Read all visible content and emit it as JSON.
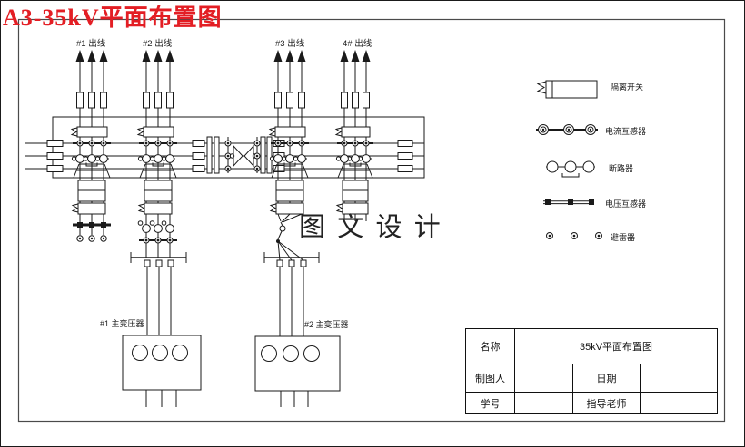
{
  "title": "A3-35kV平面布置图",
  "watermark": "图 文 设 计",
  "colors": {
    "title_red": "#e31e24",
    "line": "#1a1a1a"
  },
  "feeders": [
    {
      "label": "#1 出线"
    },
    {
      "label": "#2 出线"
    },
    {
      "label": "#3 出线"
    },
    {
      "label": "4# 出线"
    }
  ],
  "transformers": [
    {
      "label": "#1 主变压器"
    },
    {
      "label": "#2 主变压器"
    }
  ],
  "legend": {
    "items": [
      {
        "icon": "isolator-switch-symbol",
        "label": "隔离开关"
      },
      {
        "icon": "current-transformer-symbol",
        "label": "电流互感器"
      },
      {
        "icon": "circuit-breaker-symbol",
        "label": "断路器"
      },
      {
        "icon": "voltage-transformer-symbol",
        "label": "电压互感器"
      },
      {
        "icon": "surge-arrester-symbol",
        "label": "避雷器"
      }
    ]
  },
  "title_block": {
    "name_label": "名称",
    "name_value": "35kV平面布置图",
    "drafter_label": "制图人",
    "date_label": "日期",
    "student_id_label": "学号",
    "advisor_label": "指导老师"
  }
}
